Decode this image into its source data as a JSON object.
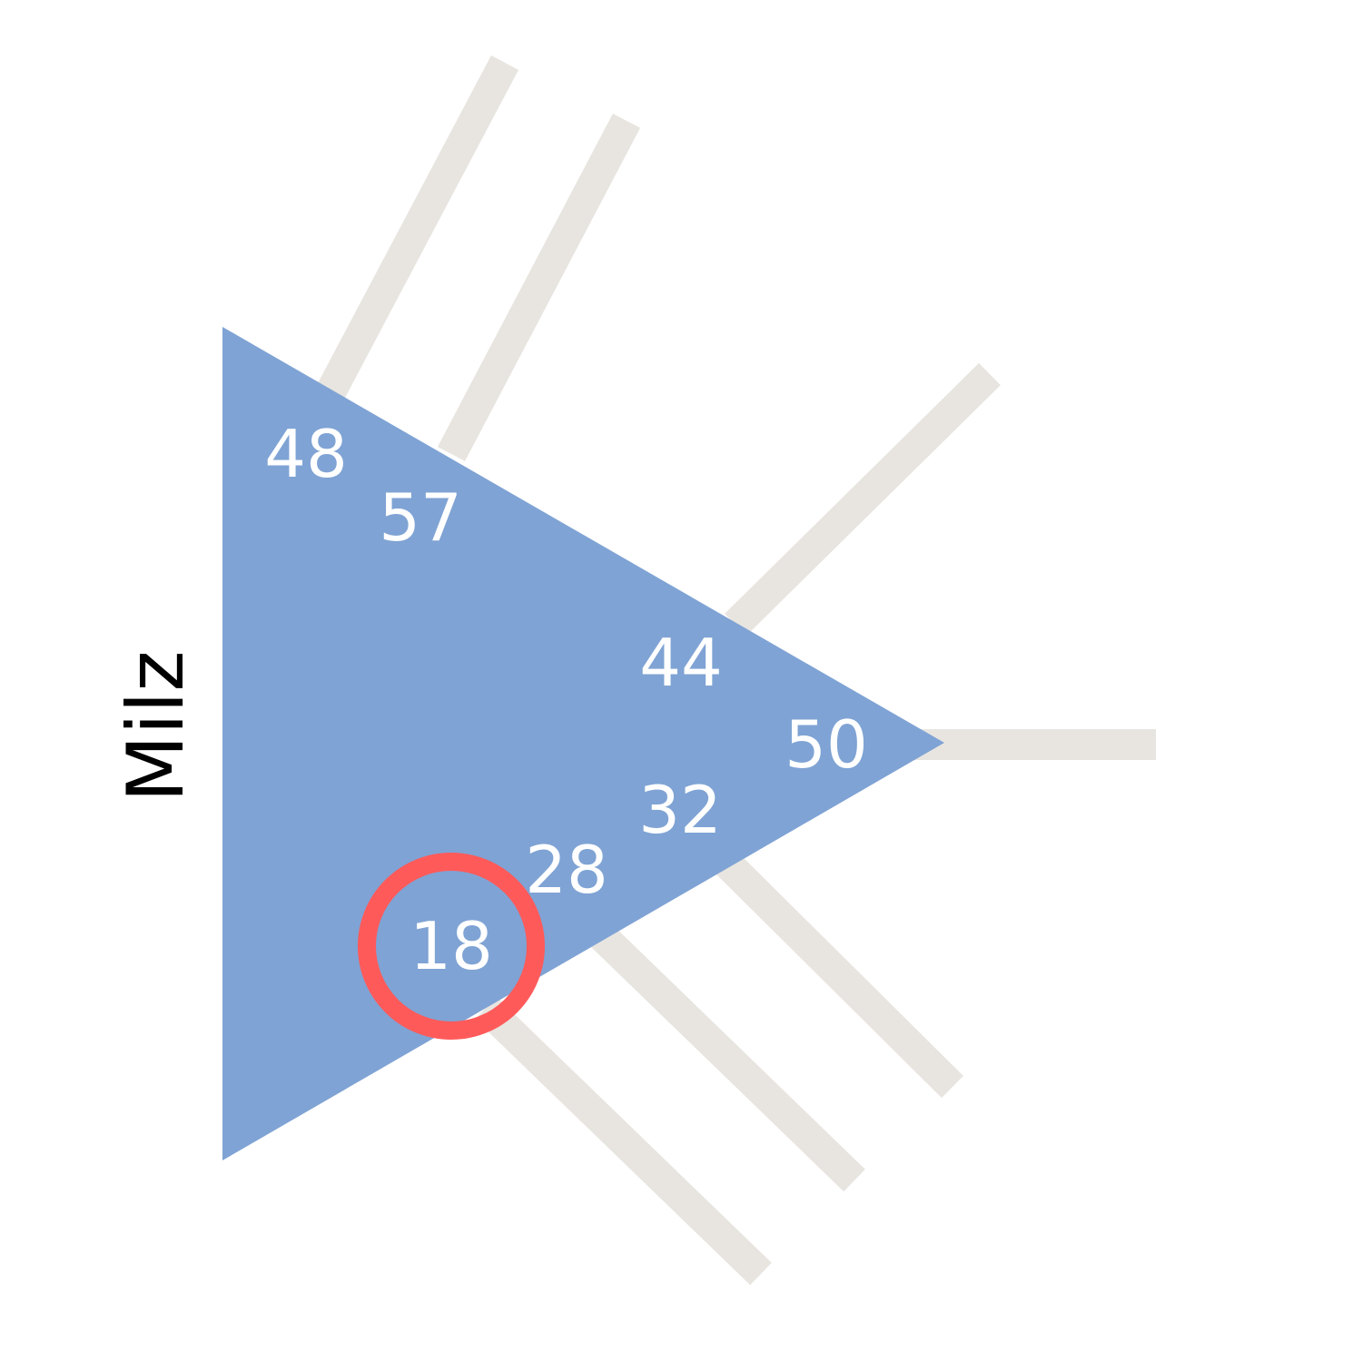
{
  "diagram": {
    "title": "Milz",
    "colors": {
      "triangle": "#7fa3d4",
      "spoke": "#e8e5e0",
      "label": "#ffffff",
      "highlight": "#ff5a5a",
      "title": "#000000"
    },
    "values": [
      {
        "id": "v48",
        "label": "48",
        "highlighted": false
      },
      {
        "id": "v57",
        "label": "57",
        "highlighted": false
      },
      {
        "id": "v44",
        "label": "44",
        "highlighted": false
      },
      {
        "id": "v50",
        "label": "50",
        "highlighted": false
      },
      {
        "id": "v32",
        "label": "32",
        "highlighted": false
      },
      {
        "id": "v28",
        "label": "28",
        "highlighted": false
      },
      {
        "id": "v18",
        "label": "18",
        "highlighted": true
      }
    ]
  }
}
